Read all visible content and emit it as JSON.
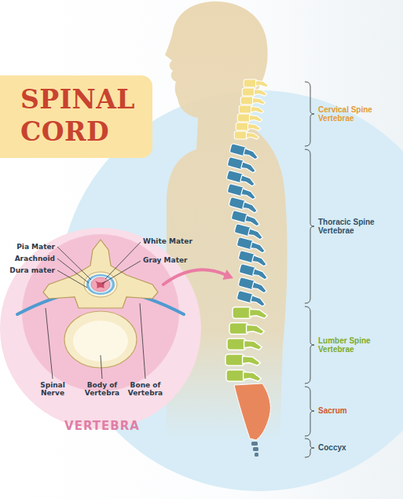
{
  "diagram": {
    "title": "SPINAL CORD",
    "labels": [
      "Pia Mater",
      "Arachnoid",
      "Dura mater",
      "White Mater",
      "Gray Mater",
      "Spinal Nerve",
      "Body of Vertebra",
      "Bone of Vertebra",
      "VERTEBRA",
      "Cervical Spine Vertebrae",
      "Thoracic Spine Vertebrae",
      "Lumber Spine Vertebrae",
      "Sacrum",
      "Coccyx"
    ]
  }
}
